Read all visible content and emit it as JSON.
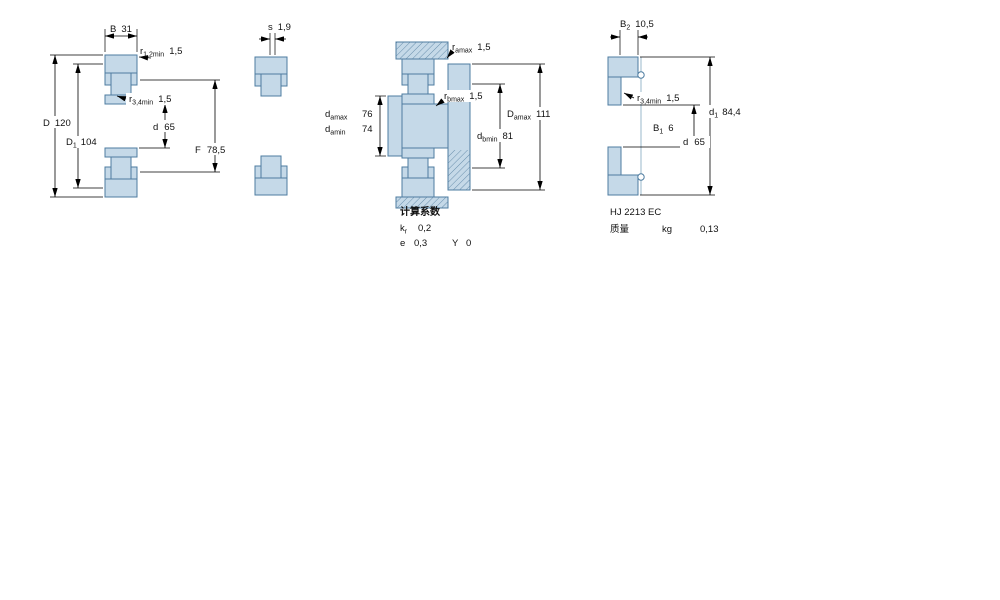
{
  "title": "bearing-technical-drawing",
  "colors": {
    "part_fill": "#c5d9e8",
    "part_stroke": "#4e7ca0",
    "dim_line": "#000000"
  },
  "view1": {
    "B": {
      "sym": "B",
      "val": "31"
    },
    "r12": {
      "sym": "r",
      "sub": "1,2min",
      "val": "1,5"
    },
    "r34": {
      "sym": "r",
      "sub": "3,4min",
      "val": "1,5"
    },
    "D": {
      "sym": "D",
      "val": "120"
    },
    "D1": {
      "sym": "D",
      "sub": "1",
      "val": "104"
    },
    "d": {
      "sym": "d",
      "val": "65"
    },
    "F": {
      "sym": "F",
      "val": "78,5"
    }
  },
  "view2": {
    "s": {
      "sym": "s",
      "val": "1,9"
    }
  },
  "view3": {
    "ramax": {
      "sym": "r",
      "sub": "amax",
      "val": "1,5"
    },
    "rbmax": {
      "sym": "r",
      "sub": "bmax",
      "val": "1,5"
    },
    "damax": {
      "sym": "d",
      "sub": "amax",
      "val": "76"
    },
    "damin": {
      "sym": "d",
      "sub": "amin",
      "val": "74"
    },
    "Damax": {
      "sym": "D",
      "sub": "amax",
      "val": "111"
    },
    "dbmin": {
      "sym": "d",
      "sub": "bmin",
      "val": "81"
    },
    "calc_title": "计算系数",
    "kr": {
      "sym": "k",
      "sub": "r",
      "val": "0,2"
    },
    "e": {
      "sym": "e",
      "val": "0,3"
    },
    "y": {
      "sym": "Y",
      "val": "0"
    }
  },
  "view4": {
    "B2": {
      "sym": "B",
      "sub": "2",
      "val": "10,5"
    },
    "r34": {
      "sym": "r",
      "sub": "3,4min",
      "val": "1,5"
    },
    "d1": {
      "sym": "d",
      "sub": "1",
      "val": "84,4"
    },
    "B1": {
      "sym": "B",
      "sub": "1",
      "val": "6"
    },
    "d": {
      "sym": "d",
      "val": "65"
    },
    "designation": "HJ 2213 EC",
    "mass_label": "质量",
    "mass_unit": "kg",
    "mass_val": "0,13"
  }
}
